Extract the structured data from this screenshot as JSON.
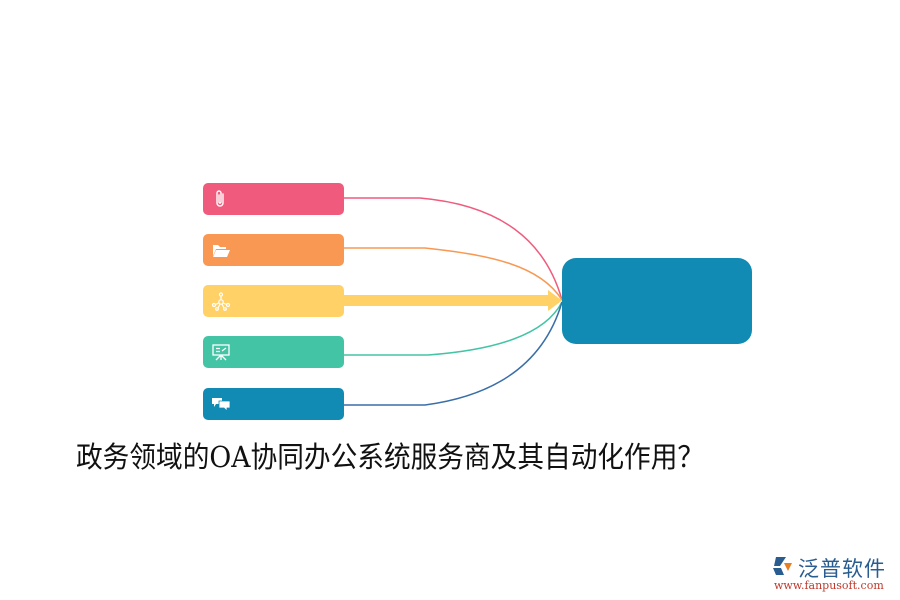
{
  "diagram": {
    "title": "政务领域的OA协同办公系统服务商及其自动化作用？",
    "nodes": [
      {
        "icon": "paperclip-icon",
        "color": "#f05b7d",
        "label": ""
      },
      {
        "icon": "folder-open-icon",
        "color": "#f89853",
        "label": ""
      },
      {
        "icon": "network-icon",
        "color": "#ffd166",
        "label": ""
      },
      {
        "icon": "presentation-board-icon",
        "color": "#43c4a5",
        "label": ""
      },
      {
        "icon": "chat-bubbles-icon",
        "color": "#128bb4",
        "label": ""
      }
    ],
    "connector_colors": [
      "#f05b7d",
      "#f89853",
      "#ffd166",
      "#43c4a5",
      "#3a6ea8"
    ],
    "hub": {
      "color": "#128bb4",
      "label": ""
    }
  },
  "watermark": {
    "brand": "泛普软件",
    "url": "www.fanpusoft.com"
  }
}
